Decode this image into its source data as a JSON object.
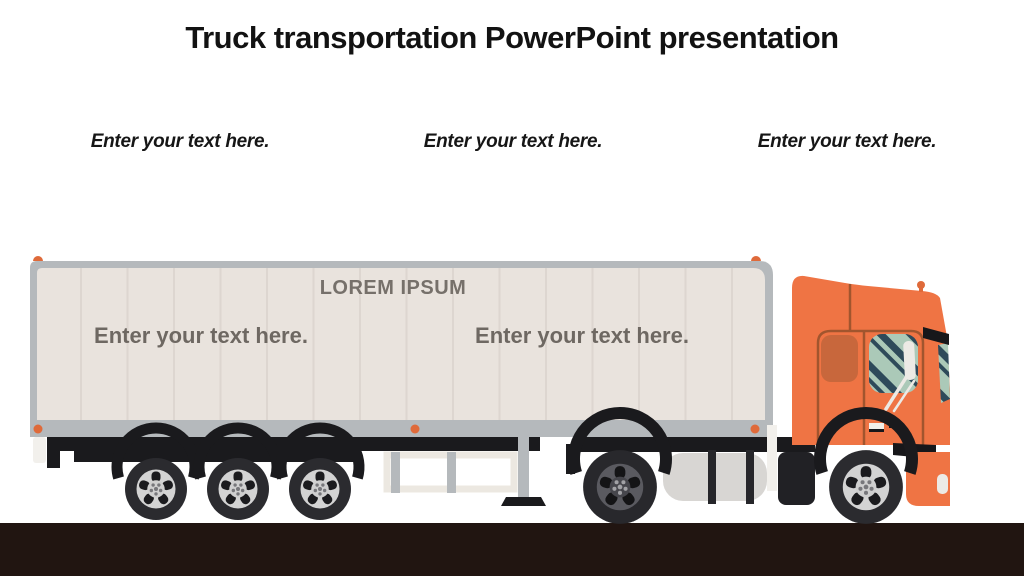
{
  "slide": {
    "title": "Truck transportation PowerPoint presentation",
    "captions": [
      {
        "label": "Enter your text here."
      },
      {
        "label": "Enter your text here."
      },
      {
        "label": "Enter your text here."
      }
    ],
    "trailer": {
      "heading": "LOREM IPSUM",
      "text_left": "Enter your text here.",
      "text_right": "Enter your text here."
    },
    "colors": {
      "cab_orange": "#ef7444",
      "cab_panel_orange": "#c8673c",
      "cab_outline": "#a1552e",
      "accent_orange": "#df6a3a",
      "trailer_body": "#e9e3dd",
      "trailer_panel_line": "#ddd6d0",
      "trailer_frame": "#b5b9bc",
      "window_teal": "#2e4a5a",
      "window_sage": "#abc9b8",
      "chassis_black": "#1a1a1d",
      "road_dark": "#211511",
      "text_gray": "#6e6862"
    }
  }
}
